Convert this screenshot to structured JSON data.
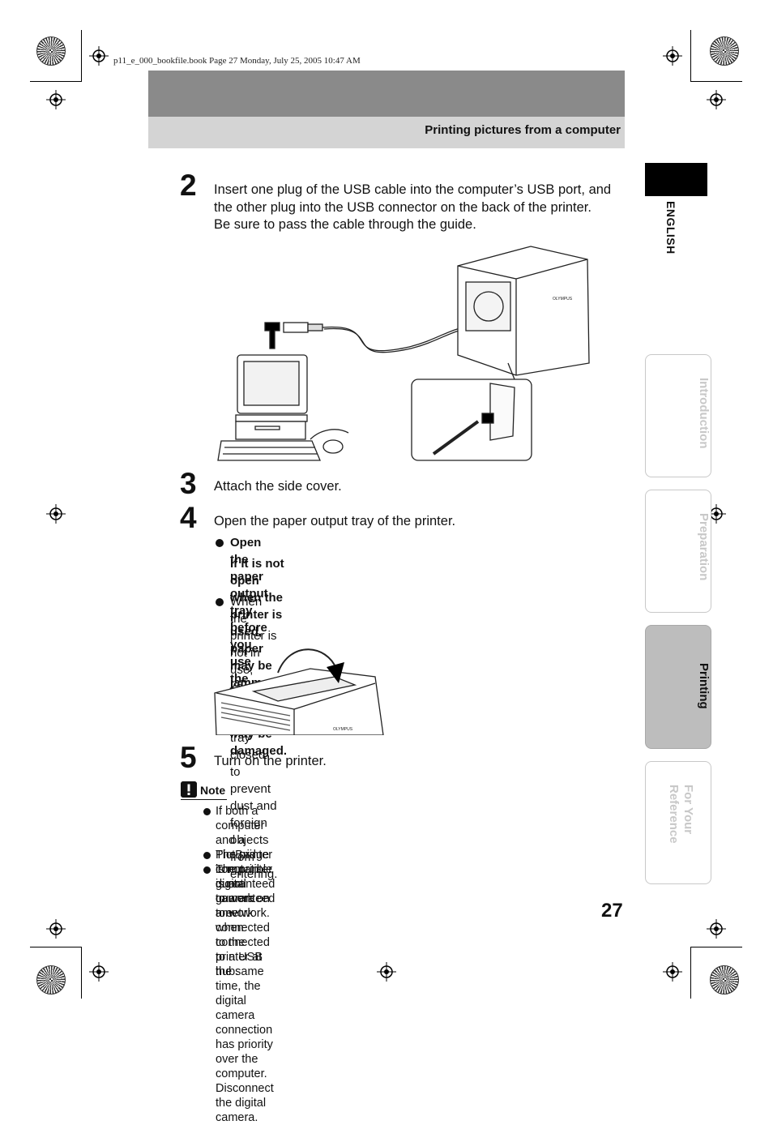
{
  "print_info": "p11_e_000_bookfile.book  Page 27  Monday, July 25, 2005  10:47 AM",
  "header": {
    "section_title": "Printing pictures from a computer"
  },
  "side_tabs": {
    "language": "ENGLISH",
    "items": [
      {
        "label": "Introduction",
        "active": false
      },
      {
        "label": "Preparation",
        "active": false
      },
      {
        "label": "Printing",
        "active": true
      },
      {
        "label": "For Your Reference",
        "active": false
      }
    ]
  },
  "steps": [
    {
      "number": "2",
      "lines": [
        "Insert one plug of the USB cable into the computer’s USB port, and",
        "the other plug into the USB connector on the back of the printer.",
        "Be sure to pass the cable through the guide."
      ]
    },
    {
      "number": "3",
      "lines": [
        "Attach the side cover."
      ]
    },
    {
      "number": "4",
      "lines": [
        "Open the paper output tray of the printer."
      ],
      "bullets": [
        {
          "bold": true,
          "lines": [
            "Open the paper output tray before you use the printer."
          ]
        },
        {
          "bold": true,
          "bullet": false,
          "lines": [
            "If it is not open when the printer is used, paper may be jammed",
            "or the printer may be damaged."
          ]
        },
        {
          "bold": false,
          "lines": [
            "When the printer is not in use, keep the paper output tray closed to",
            "prevent dust and foreign objects from entering."
          ]
        }
      ]
    },
    {
      "number": "5",
      "lines": [
        "Turn on the printer."
      ]
    }
  ],
  "note": {
    "title": "Note",
    "items": [
      {
        "lines": [
          "If both a computer and a PictBridge compatible digital camera are",
          "connected to the printer at the same time, the digital camera connection",
          "has priority over the computer. Disconnect the digital camera."
        ]
      },
      {
        "lines": [
          "The printer is not guaranteed to work on a network."
        ]
      },
      {
        "lines": [
          "The printer is not guaranteed to work when connected to a USB hub."
        ]
      }
    ]
  },
  "illustrations": {
    "brand_label": "OLYMPUS"
  },
  "page_number": "27"
}
